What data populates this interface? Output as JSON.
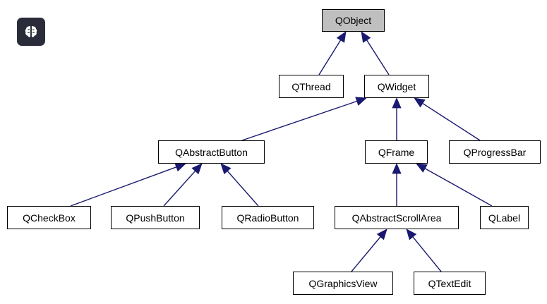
{
  "app_badge": {
    "icon": "brain-icon"
  },
  "colors": {
    "edge": "#191970",
    "node_border": "#000000",
    "root_fill": "#bfbfbf",
    "node_fill": "#ffffff"
  },
  "nodes": {
    "qobject": "QObject",
    "qthread": "QThread",
    "qwidget": "QWidget",
    "qabstractbutton": "QAbstractButton",
    "qframe": "QFrame",
    "qprogressbar": "QProgressBar",
    "qcheckbox": "QCheckBox",
    "qpushbutton": "QPushButton",
    "qradiobutton": "QRadioButton",
    "qabstractscrollarea": "QAbstractScrollArea",
    "qlabel": "QLabel",
    "qgraphicsview": "QGraphicsView",
    "qtextedit": "QTextEdit"
  },
  "edges": [
    {
      "from": "qthread",
      "to": "qobject"
    },
    {
      "from": "qwidget",
      "to": "qobject"
    },
    {
      "from": "qabstractbutton",
      "to": "qwidget"
    },
    {
      "from": "qframe",
      "to": "qwidget"
    },
    {
      "from": "qprogressbar",
      "to": "qwidget"
    },
    {
      "from": "qcheckbox",
      "to": "qabstractbutton"
    },
    {
      "from": "qpushbutton",
      "to": "qabstractbutton"
    },
    {
      "from": "qradiobutton",
      "to": "qabstractbutton"
    },
    {
      "from": "qabstractscrollarea",
      "to": "qframe"
    },
    {
      "from": "qlabel",
      "to": "qframe"
    },
    {
      "from": "qgraphicsview",
      "to": "qabstractscrollarea"
    },
    {
      "from": "qtextedit",
      "to": "qabstractscrollarea"
    }
  ]
}
